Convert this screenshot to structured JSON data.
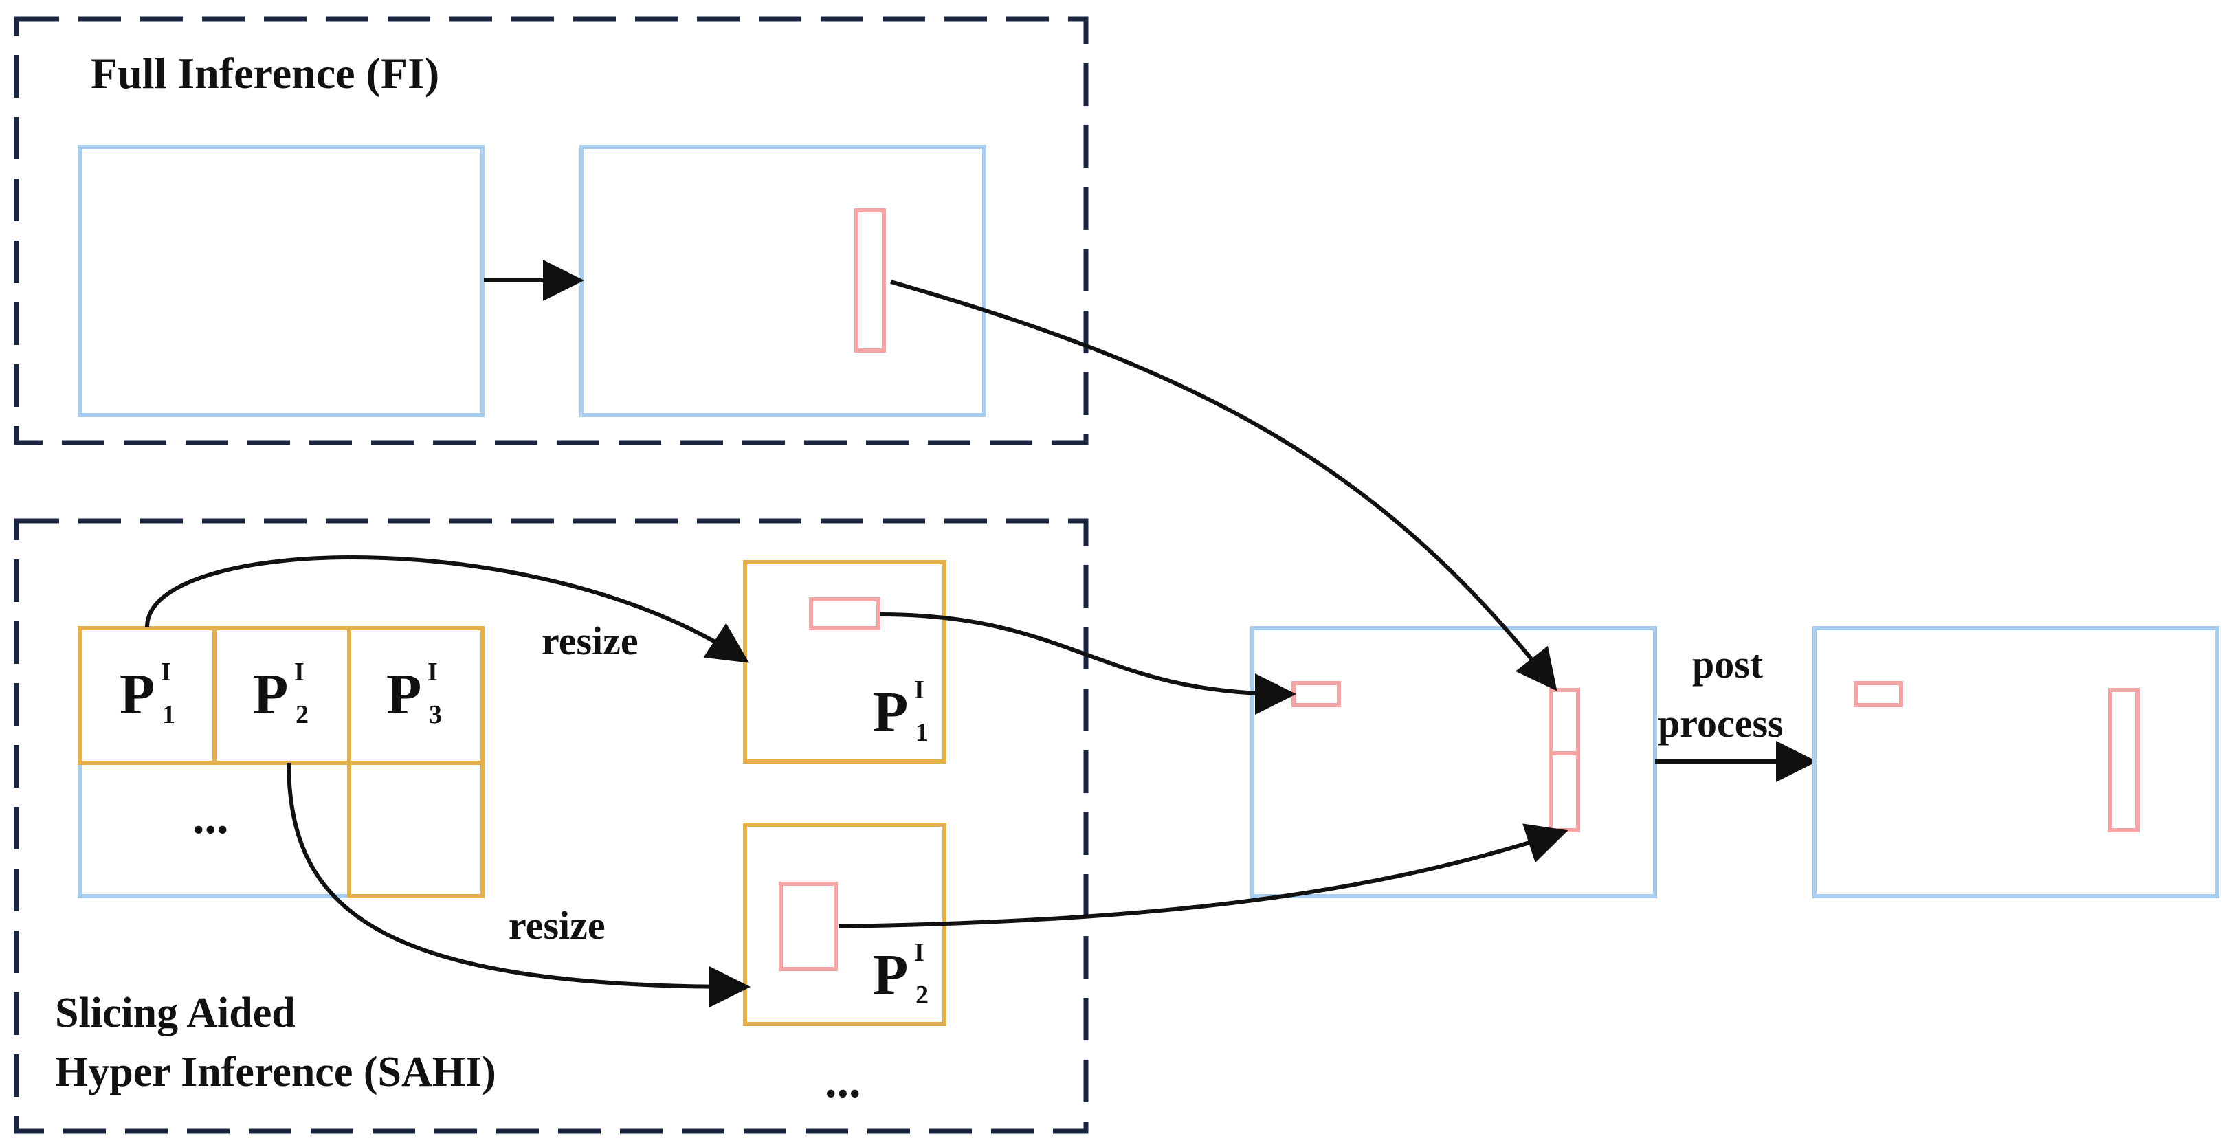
{
  "fi_title": "Full Inference (FI)",
  "sahi_title_line1": "Slicing Aided",
  "sahi_title_line2": "Hyper Inference (SAHI)",
  "patch_letter": "P",
  "patch_superscript": "I",
  "patch_sub_1": "1",
  "patch_sub_2": "2",
  "patch_sub_3": "3",
  "ellipsis": "...",
  "resize_label": "resize",
  "post_label_line1": "post",
  "post_label_line2": "process",
  "colors": {
    "frame_border": "#1a2540",
    "image_border": "#a9cdef",
    "patch_border": "#e3b04b",
    "detection_box": "#f4a6a6",
    "arrow": "#111111"
  }
}
